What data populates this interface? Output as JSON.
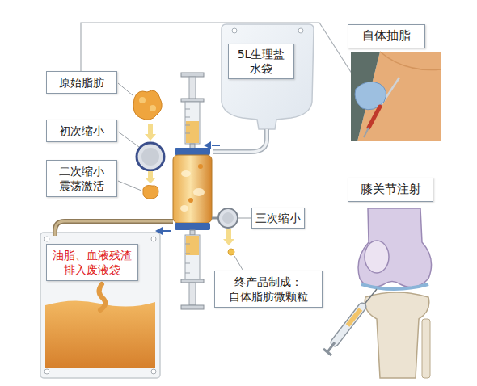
{
  "diagram": {
    "nodes": [
      {
        "text": [
          "自体抽脂"
        ]
      },
      {
        "text": [
          "5L生理盐水袋"
        ]
      },
      {
        "text": [
          "原始脂肪"
        ]
      },
      {
        "text": [
          "初次缩小"
        ]
      },
      {
        "text": [
          "二次缩小 震荡激活"
        ]
      },
      {
        "text": [
          "三次缩小"
        ]
      },
      {
        "text": [
          "油脂、血液残渣 排入废液袋"
        ]
      },
      {
        "text": [
          "终产品制成： 自体脂肪微颗粒"
        ]
      },
      {
        "text": [
          "膝关节注射"
        ]
      }
    ]
  }
}
